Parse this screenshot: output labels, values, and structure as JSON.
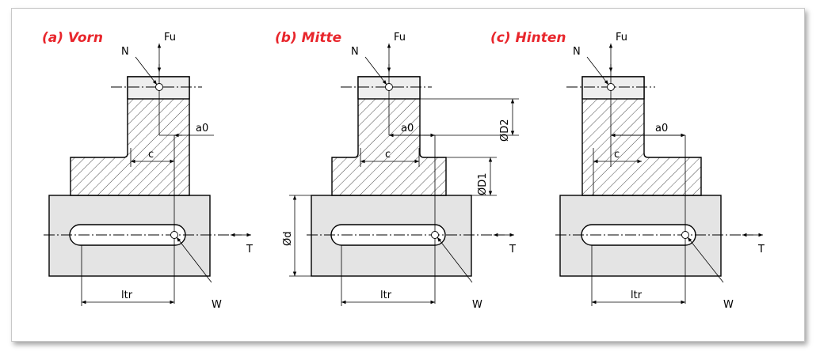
{
  "colors": {
    "caption": "#e8262c",
    "shaft_fill": "#e4e4e4",
    "hatch_fill": "#ffffff",
    "line": "#000000"
  },
  "views": [
    {
      "caption": "(a) Vorn",
      "force": "Fu",
      "point_n": "N",
      "point_w": "W",
      "dim_a0": "a0",
      "dim_c": "c",
      "dim_ltr": "ltr",
      "axis_t": "T"
    },
    {
      "caption": "(b) Mitte",
      "force": "Fu",
      "point_n": "N",
      "point_w": "W",
      "dim_a0": "a0",
      "dim_c": "c",
      "dim_ltr": "ltr",
      "axis_t": "T",
      "dim_d": "Ød",
      "dim_d1": "ØD1",
      "dim_d2": "ØD2"
    },
    {
      "caption": "(c) Hinten",
      "force": "Fu",
      "point_n": "N",
      "point_w": "W",
      "dim_a0": "a0",
      "dim_c": "c",
      "dim_ltr": "ltr",
      "axis_t": "T"
    }
  ]
}
